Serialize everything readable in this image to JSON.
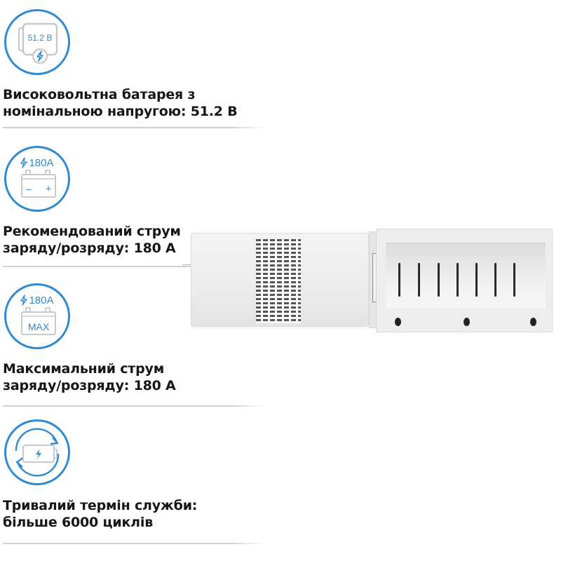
{
  "theme": {
    "accent": "#2f8ad6",
    "icon_gray": "#c8c8c8",
    "text": "#161616",
    "divider": "#cfcfcf"
  },
  "features": [
    {
      "icon": "battery-voltage-icon",
      "icon_label": "51.2 В",
      "line1": "Високовольтна батарея з",
      "line2": "номінальною напругою: 51.2 В"
    },
    {
      "icon": "battery-charge-current-icon",
      "icon_label": "180A",
      "icon_minus": "–",
      "icon_plus": "+",
      "line1": "Рекомендований струм",
      "line2": "заряду/розряду: 180 А"
    },
    {
      "icon": "battery-max-current-icon",
      "icon_label": "180A",
      "icon_max": "MAX",
      "line1": "Максимальний струм",
      "line2": "заряду/розряду: 180 А"
    },
    {
      "icon": "battery-cycle-icon",
      "line1": "Тривалий термін служби:",
      "line2": "більше 6000 циклів"
    }
  ],
  "product": {
    "name": "battery-unit-image",
    "slots": 7,
    "bolts": 3
  }
}
